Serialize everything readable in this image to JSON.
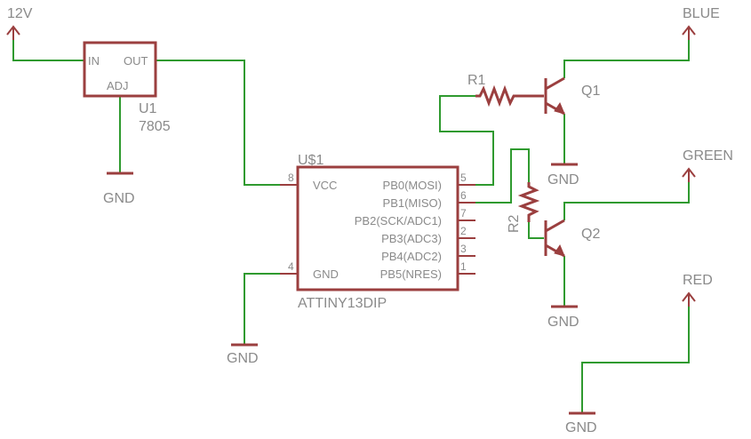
{
  "supplies": {
    "v12": "12V",
    "blue": "BLUE",
    "green": "GREEN",
    "red": "RED",
    "gnd": "GND"
  },
  "regulator": {
    "name": "U1",
    "value": "7805",
    "pin_in": "IN",
    "pin_out": "OUT",
    "pin_adj": "ADJ"
  },
  "mcu": {
    "name": "U$1",
    "value": "ATTINY13DIP",
    "pins_left": [
      {
        "label": "VCC",
        "num": "8"
      },
      {
        "label": "GND",
        "num": "4"
      }
    ],
    "pins_right": [
      {
        "label": "PB0(MOSI)",
        "num": "5"
      },
      {
        "label": "PB1(MISO)",
        "num": "6"
      },
      {
        "label": "PB2(SCK/ADC1)",
        "num": "7"
      },
      {
        "label": "PB3(ADC3)",
        "num": "2"
      },
      {
        "label": "PB4(ADC2)",
        "num": "3"
      },
      {
        "label": "PB5(NRES)",
        "num": "1"
      }
    ]
  },
  "resistors": [
    "R1",
    "R2"
  ],
  "transistors": [
    "Q1",
    "Q2"
  ],
  "colors": {
    "wire": "#2f9a2f",
    "part": "#9b3f3f",
    "text": "#8a8a8a"
  }
}
